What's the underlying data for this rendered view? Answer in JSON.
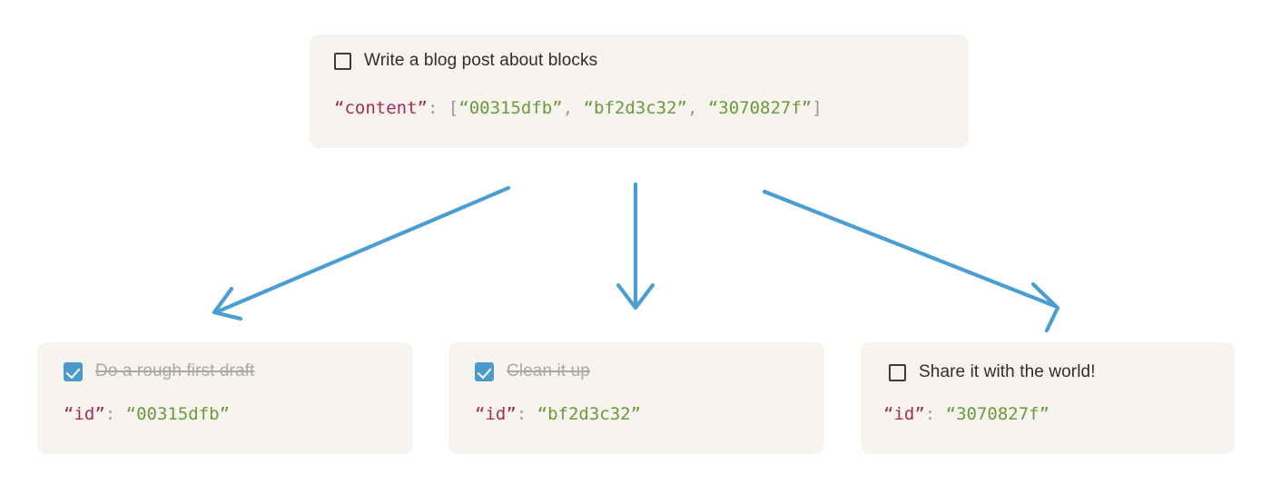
{
  "diagram": {
    "type": "block-reference-tree",
    "colors": {
      "card_background": "#f7f4ef",
      "arrow_blue": "#4a9fd0",
      "checkbox_checked": "#4a9bcc",
      "checkbox_border": "#3d3b38",
      "json_key": "#a52a5a",
      "json_punctuation": "#9a9a96",
      "json_value": "#6a9a3a",
      "text": "#2f2d2b",
      "text_done": "#a8a8a8"
    }
  },
  "parent_card": {
    "checkbox": {
      "checked": false,
      "icon": "checkbox-empty-icon"
    },
    "task_label": "Write a blog post about blocks",
    "json": {
      "key_quoted": "“content”",
      "colon": ": ",
      "open_bracket": "[",
      "close_bracket": "]",
      "separator": ", ",
      "values": [
        "“00315dfb”",
        "“bf2d3c32”",
        "“3070827f”"
      ]
    }
  },
  "child_cards": [
    {
      "checkbox": {
        "checked": true,
        "icon": "checkbox-checked-icon"
      },
      "task_label": "Do a rough first draft",
      "done": true,
      "json": {
        "key_quoted": "“id”",
        "colon": ": ",
        "value_quoted": "“00315dfb”"
      }
    },
    {
      "checkbox": {
        "checked": true,
        "icon": "checkbox-checked-icon"
      },
      "task_label": "Clean it up",
      "done": true,
      "json": {
        "key_quoted": "“id”",
        "colon": ": ",
        "value_quoted": "“bf2d3c32”"
      }
    },
    {
      "checkbox": {
        "checked": false,
        "icon": "checkbox-empty-icon"
      },
      "task_label": "Share it with the world!",
      "done": false,
      "json": {
        "key_quoted": "“id”",
        "colon": ": ",
        "value_quoted": "“3070827f”"
      }
    }
  ],
  "arrows": [
    {
      "name": "arrow-to-first-child",
      "direction": "down-left"
    },
    {
      "name": "arrow-to-second-child",
      "direction": "down"
    },
    {
      "name": "arrow-to-third-child",
      "direction": "down-right"
    }
  ]
}
